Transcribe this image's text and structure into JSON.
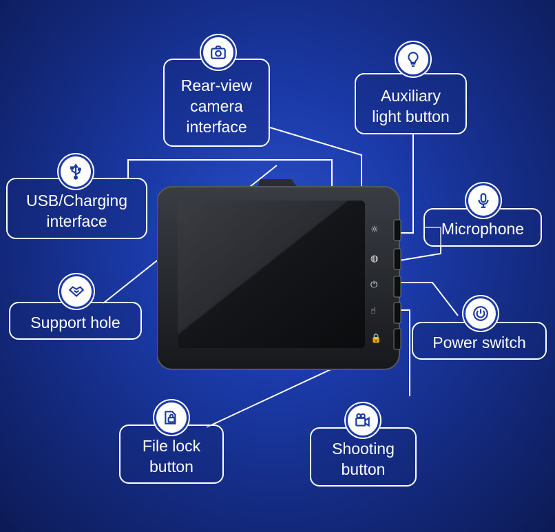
{
  "labels": {
    "rear_view": "Rear-view\ncamera\ninterface",
    "auxiliary_light": "Auxiliary\nlight button",
    "usb_charging": "USB/Charging\ninterface",
    "microphone": "Microphone",
    "support_hole": "Support hole",
    "power_switch": "Power switch",
    "file_lock": "File lock\nbutton",
    "shooting": "Shooting\nbutton"
  },
  "icons": {
    "rear_view": "camera-icon",
    "auxiliary_light": "lightbulb-icon",
    "usb_charging": "usb-icon",
    "microphone": "microphone-icon",
    "support_hole": "handshake-icon",
    "power_switch": "power-icon",
    "file_lock": "file-lock-icon",
    "shooting": "video-camera-icon"
  },
  "colors": {
    "background": "#1b3aa8",
    "outline": "#ffffff",
    "icon_stroke": "#1b3aa8"
  }
}
